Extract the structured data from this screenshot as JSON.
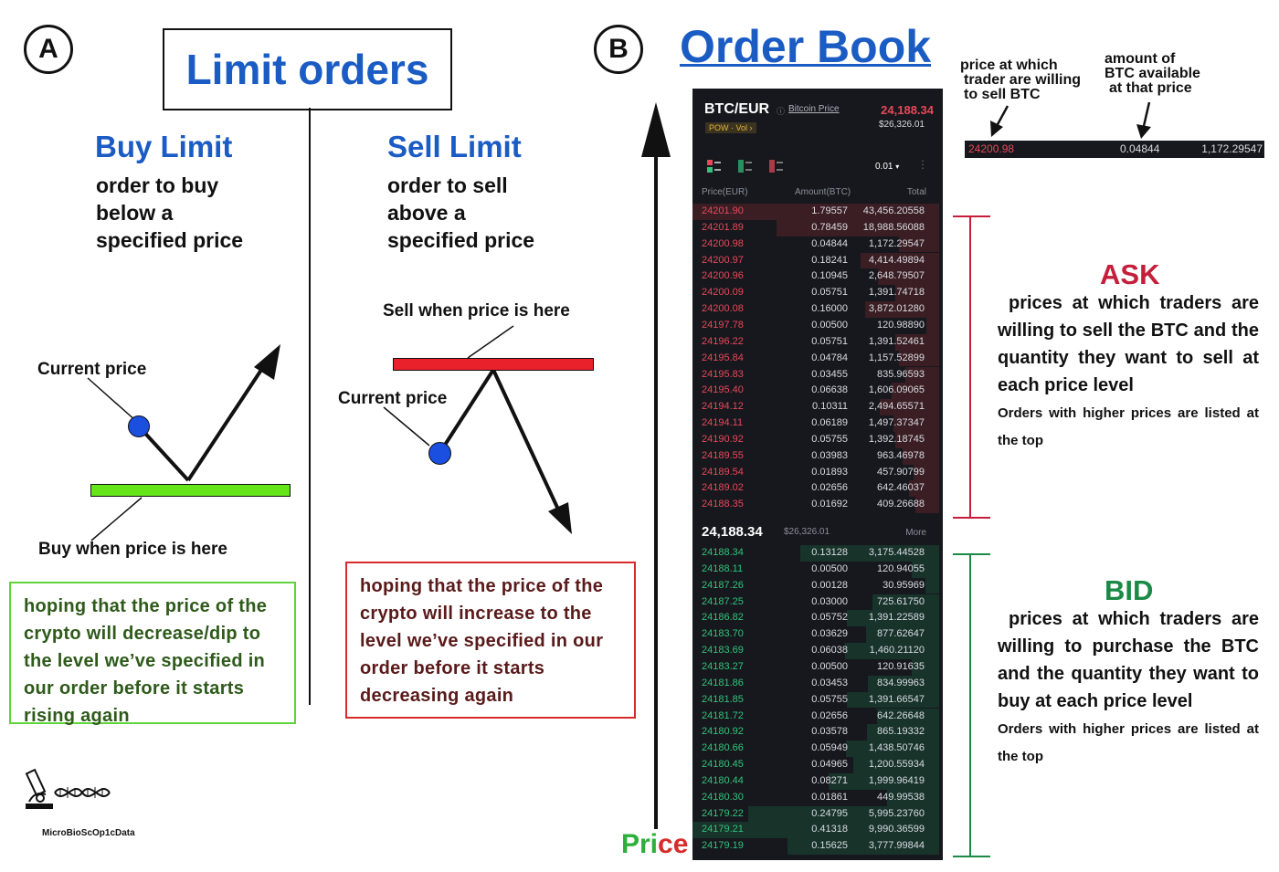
{
  "panel_a": {
    "label": "A",
    "title": "Limit orders",
    "buy": {
      "heading": "Buy Limit",
      "desc_lines": [
        "order to buy",
        "below a",
        "specified price"
      ],
      "current_price_label": "Current price",
      "trigger_label": "Buy when price is here",
      "hope_text": "hoping that the price of the crypto will decrease/dip to the level we’ve specified in our order before it starts rising again"
    },
    "sell": {
      "heading": "Sell Limit",
      "desc_lines": [
        "order to sell",
        "above a",
        "specified price"
      ],
      "trigger_label": "Sell when price is here",
      "current_price_label": "Current price",
      "hope_text": "hoping that the price of the crypto will increase to the level we’ve specified in our order before it starts decreasing again"
    },
    "colors": {
      "buy_bar": "#66e61a",
      "sell_bar": "#e8212b",
      "dot": "#1a4fe0"
    }
  },
  "logo": {
    "text": "MicroBioScOp1cData"
  },
  "panel_b": {
    "label": "B",
    "title": "Order Book",
    "axis_label_green": "Pri",
    "axis_label_red": "ce",
    "orderbook": {
      "pair": "BTC/EUR",
      "link": "Bitcoin Price",
      "last_price": "24,188.34",
      "usd_price": "$26,326.01",
      "tags": "POW · Vol ›",
      "precision": "0.01",
      "headers": [
        "Price(EUR)",
        "Amount(BTC)",
        "Total"
      ],
      "mid_price": "24,188.34",
      "mid_usd": "$26,326.01",
      "more": "More",
      "asks": [
        [
          "24201.90",
          "1.79557",
          "43,456.20558"
        ],
        [
          "24201.89",
          "0.78459",
          "18,988.56088"
        ],
        [
          "24200.98",
          "0.04844",
          "1,172.29547"
        ],
        [
          "24200.97",
          "0.18241",
          "4,414.49894"
        ],
        [
          "24200.96",
          "0.10945",
          "2,648.79507"
        ],
        [
          "24200.09",
          "0.05751",
          "1,391.74718"
        ],
        [
          "24200.08",
          "0.16000",
          "3,872.01280"
        ],
        [
          "24197.78",
          "0.00500",
          "120.98890"
        ],
        [
          "24196.22",
          "0.05751",
          "1,391.52461"
        ],
        [
          "24195.84",
          "0.04784",
          "1,157.52899"
        ],
        [
          "24195.83",
          "0.03455",
          "835.96593"
        ],
        [
          "24195.40",
          "0.06638",
          "1,606.09065"
        ],
        [
          "24194.12",
          "0.10311",
          "2,494.65571"
        ],
        [
          "24194.11",
          "0.06189",
          "1,497.37347"
        ],
        [
          "24190.92",
          "0.05755",
          "1,392.18745"
        ],
        [
          "24189.55",
          "0.03983",
          "963.46978"
        ],
        [
          "24189.54",
          "0.01893",
          "457.90799"
        ],
        [
          "24189.02",
          "0.02656",
          "642.46037"
        ],
        [
          "24188.35",
          "0.01692",
          "409.26688"
        ]
      ],
      "bids": [
        [
          "24188.34",
          "0.13128",
          "3,175.44528"
        ],
        [
          "24188.11",
          "0.00500",
          "120.94055"
        ],
        [
          "24187.26",
          "0.00128",
          "30.95969"
        ],
        [
          "24187.25",
          "0.03000",
          "725.61750"
        ],
        [
          "24186.82",
          "0.05752",
          "1,391.22589"
        ],
        [
          "24183.70",
          "0.03629",
          "877.62647"
        ],
        [
          "24183.69",
          "0.06038",
          "1,460.21120"
        ],
        [
          "24183.27",
          "0.00500",
          "120.91635"
        ],
        [
          "24181.86",
          "0.03453",
          "834.99963"
        ],
        [
          "24181.85",
          "0.05755",
          "1,391.66547"
        ],
        [
          "24181.72",
          "0.02656",
          "642.26648"
        ],
        [
          "24180.92",
          "0.03578",
          "865.19332"
        ],
        [
          "24180.66",
          "0.05949",
          "1,438.50746"
        ],
        [
          "24180.45",
          "0.04965",
          "1,200.55934"
        ],
        [
          "24180.44",
          "0.08271",
          "1,999.96419"
        ],
        [
          "24180.30",
          "0.01861",
          "449.99538"
        ],
        [
          "24179.22",
          "0.24795",
          "5,995.23760"
        ],
        [
          "24179.21",
          "0.41318",
          "9,990.36599"
        ],
        [
          "24179.19",
          "0.15625",
          "3,777.99844"
        ]
      ]
    },
    "annotations": {
      "price_note": [
        "price at which",
        "trader are willing",
        "to sell BTC"
      ],
      "amount_note": [
        "amount of",
        "BTC available",
        "at that price"
      ],
      "example_row": [
        "24200.98",
        "0.04844",
        "1,172.29547"
      ]
    },
    "ask": {
      "title": "ASK",
      "text": "prices at which traders are willing to sell the BTC and the quantity they want to sell at each price level",
      "note": "Orders with higher prices are listed at the top"
    },
    "bid": {
      "title": "BID",
      "text": "prices at which traders are willing to purchase the BTC and the quantity they want to buy at each price level",
      "note": "Orders with higher prices are listed at the top"
    },
    "colors": {
      "ask": "#c41e3a",
      "bid": "#1a8a46",
      "title": "#1a5bc4"
    }
  }
}
